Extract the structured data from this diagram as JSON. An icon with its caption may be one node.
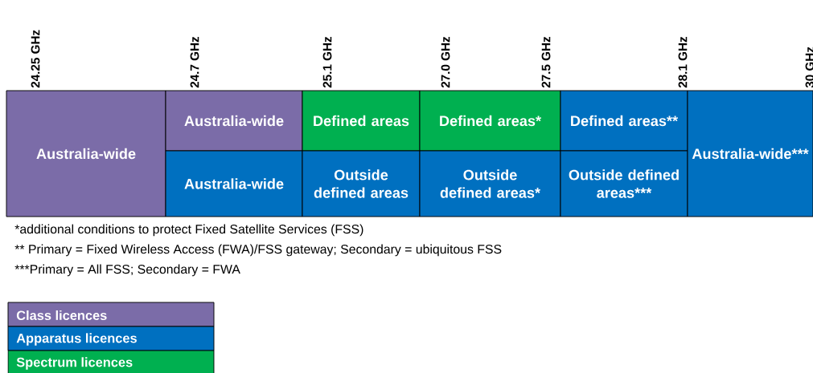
{
  "diagram": {
    "nodes": [
      {
        "text": [
          "Australia-wide"
        ]
      },
      {
        "text": [
          "Australia-wide"
        ]
      },
      {
        "text": [
          "Australia-wide"
        ]
      },
      {
        "text": [
          "Defined areas"
        ]
      },
      {
        "text": [
          "Outside defined areas"
        ]
      },
      {
        "text": [
          "Defined areas*"
        ]
      },
      {
        "text": [
          "Outside defined areas*"
        ]
      },
      {
        "text": [
          "Defined areas**"
        ]
      },
      {
        "text": [
          "Outside defined areas***"
        ]
      },
      {
        "text": [
          "Australia-wide***"
        ]
      }
    ],
    "labels": [
      "24.25 GHz",
      "24.7 GHz",
      "25.1 GHz",
      "27.0 GHz",
      "27.5 GHz",
      "28.1 GHz",
      "30 GHz",
      "*additional conditions to protect Fixed Satellite Services (FSS)",
      "** Primary = Fixed Wireless Access (FWA)/FSS gateway; Secondary = ubiquitous FSS",
      "***Primary = All FSS; Secondary = FWA"
    ],
    "legend": [
      {
        "text": "Class licences",
        "color": "#7b6ca8"
      },
      {
        "text": "Apparatus licences",
        "color": "#0070c0"
      },
      {
        "text": "Spectrum licences",
        "color": "#00b050"
      }
    ]
  }
}
